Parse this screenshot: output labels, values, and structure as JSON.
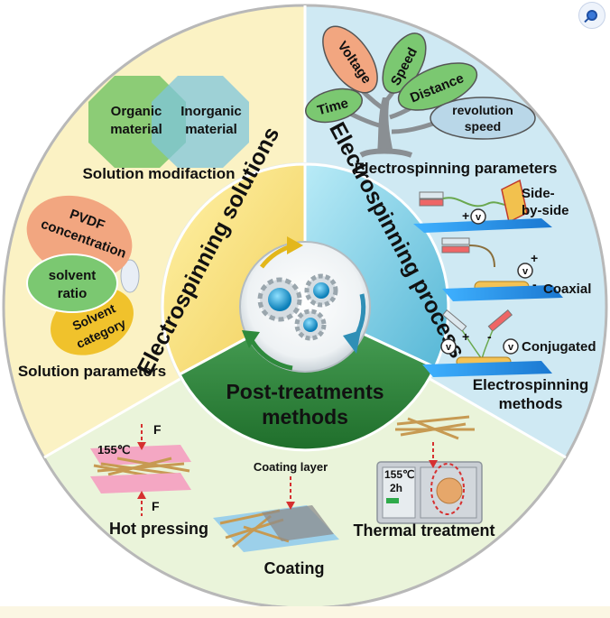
{
  "sectors": {
    "solutions": "Electrospinning solutions",
    "process": "Electrospinning process",
    "post": [
      "Post-treatments",
      "methods"
    ]
  },
  "solution_modification": {
    "organic": [
      "Organic",
      "material"
    ],
    "inorganic": [
      "Inorganic",
      "material"
    ],
    "caption": "Solution modifaction"
  },
  "solution_parameters": {
    "pvdf": [
      "PVDF",
      "concentration"
    ],
    "solvent_ratio": [
      "solvent",
      "ratio"
    ],
    "solvent_category": [
      "Solvent",
      "category"
    ],
    "caption": "Solution parameters"
  },
  "parameters_tree": {
    "leaves": {
      "voltage": "Voltage",
      "speed": "Speed",
      "time": "Time",
      "distance": "Distance",
      "revolution": [
        "revolution",
        "speed"
      ]
    },
    "caption": "Electrospinning parameters"
  },
  "methods": {
    "side_by_side": [
      "Side-",
      "by-side"
    ],
    "coaxial": "Coaxial",
    "conjugated": "Conjugated",
    "caption": [
      "Electrospinning",
      "methods"
    ],
    "voltage_symbol": "v",
    "plus": "+",
    "minus": "-"
  },
  "post_treatments": {
    "hot_pressing": {
      "temp": "155℃",
      "force": "F",
      "caption": "Hot pressing"
    },
    "coating": {
      "layer": "Coating layer",
      "caption": "Coating"
    },
    "thermal": {
      "temp": "155℃",
      "time": "2h",
      "caption": "Thermal treatment"
    }
  },
  "colors": {
    "left_sector": "#fbf2c4",
    "right_sector": "#cfe9f3",
    "bottom_sector": "#e9f3d6",
    "inner_ring": "#2e8a3c",
    "gear_blue": "#1b9fd6"
  },
  "icons": {
    "corner": "magnifier-icon",
    "center": "gears-icon"
  }
}
